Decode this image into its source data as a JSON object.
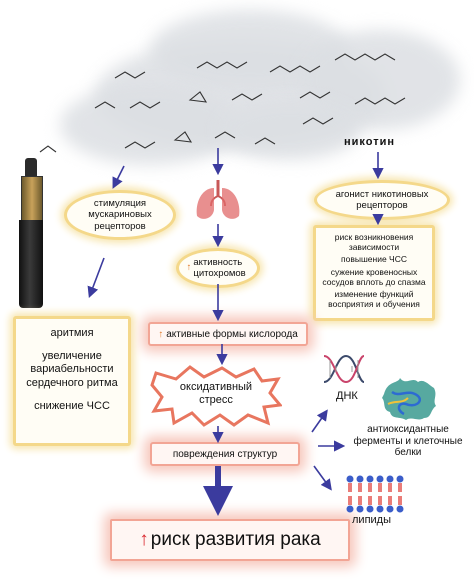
{
  "nodes": {
    "nicotine": "никотин",
    "muscarinic": "стимуляция мускариновых рецепторов",
    "cytochrome": "активность цитохромов",
    "nicotinic": "агонист никотиновых рецепторов",
    "nicotine_effects": [
      "риск возникновения зависимости",
      "повышение ЧСС",
      "сужение кровеносных сосудов вплоть до спазма",
      "изменение функций восприятия и обучения"
    ],
    "cardio_effects": [
      "аритмия",
      "увеличение вариабельности сердечного ритма",
      "снижение ЧСС"
    ],
    "ros": "активные формы кислорода",
    "oxidative_stress": "оксидативный стресс",
    "damage": "повреждения структур",
    "dna": "ДНК",
    "proteins": "антиоксидантные ферменты и клеточные белки",
    "lipids": "липиды",
    "cancer": "риск развития рака"
  },
  "colors": {
    "arrow_blue": "#3b3b9e",
    "glow_yellow": "#f4d88a",
    "glow_red": "#f2a595",
    "up_arrow": "#e07a2c",
    "cancer_arrow": "#d9272e",
    "lungs": "#e06a6a"
  },
  "icons": [
    "e-cigarette",
    "lungs-icon",
    "dna-icon",
    "protein-icon",
    "lipid-bilayer-icon",
    "up-arrow-icon"
  ]
}
